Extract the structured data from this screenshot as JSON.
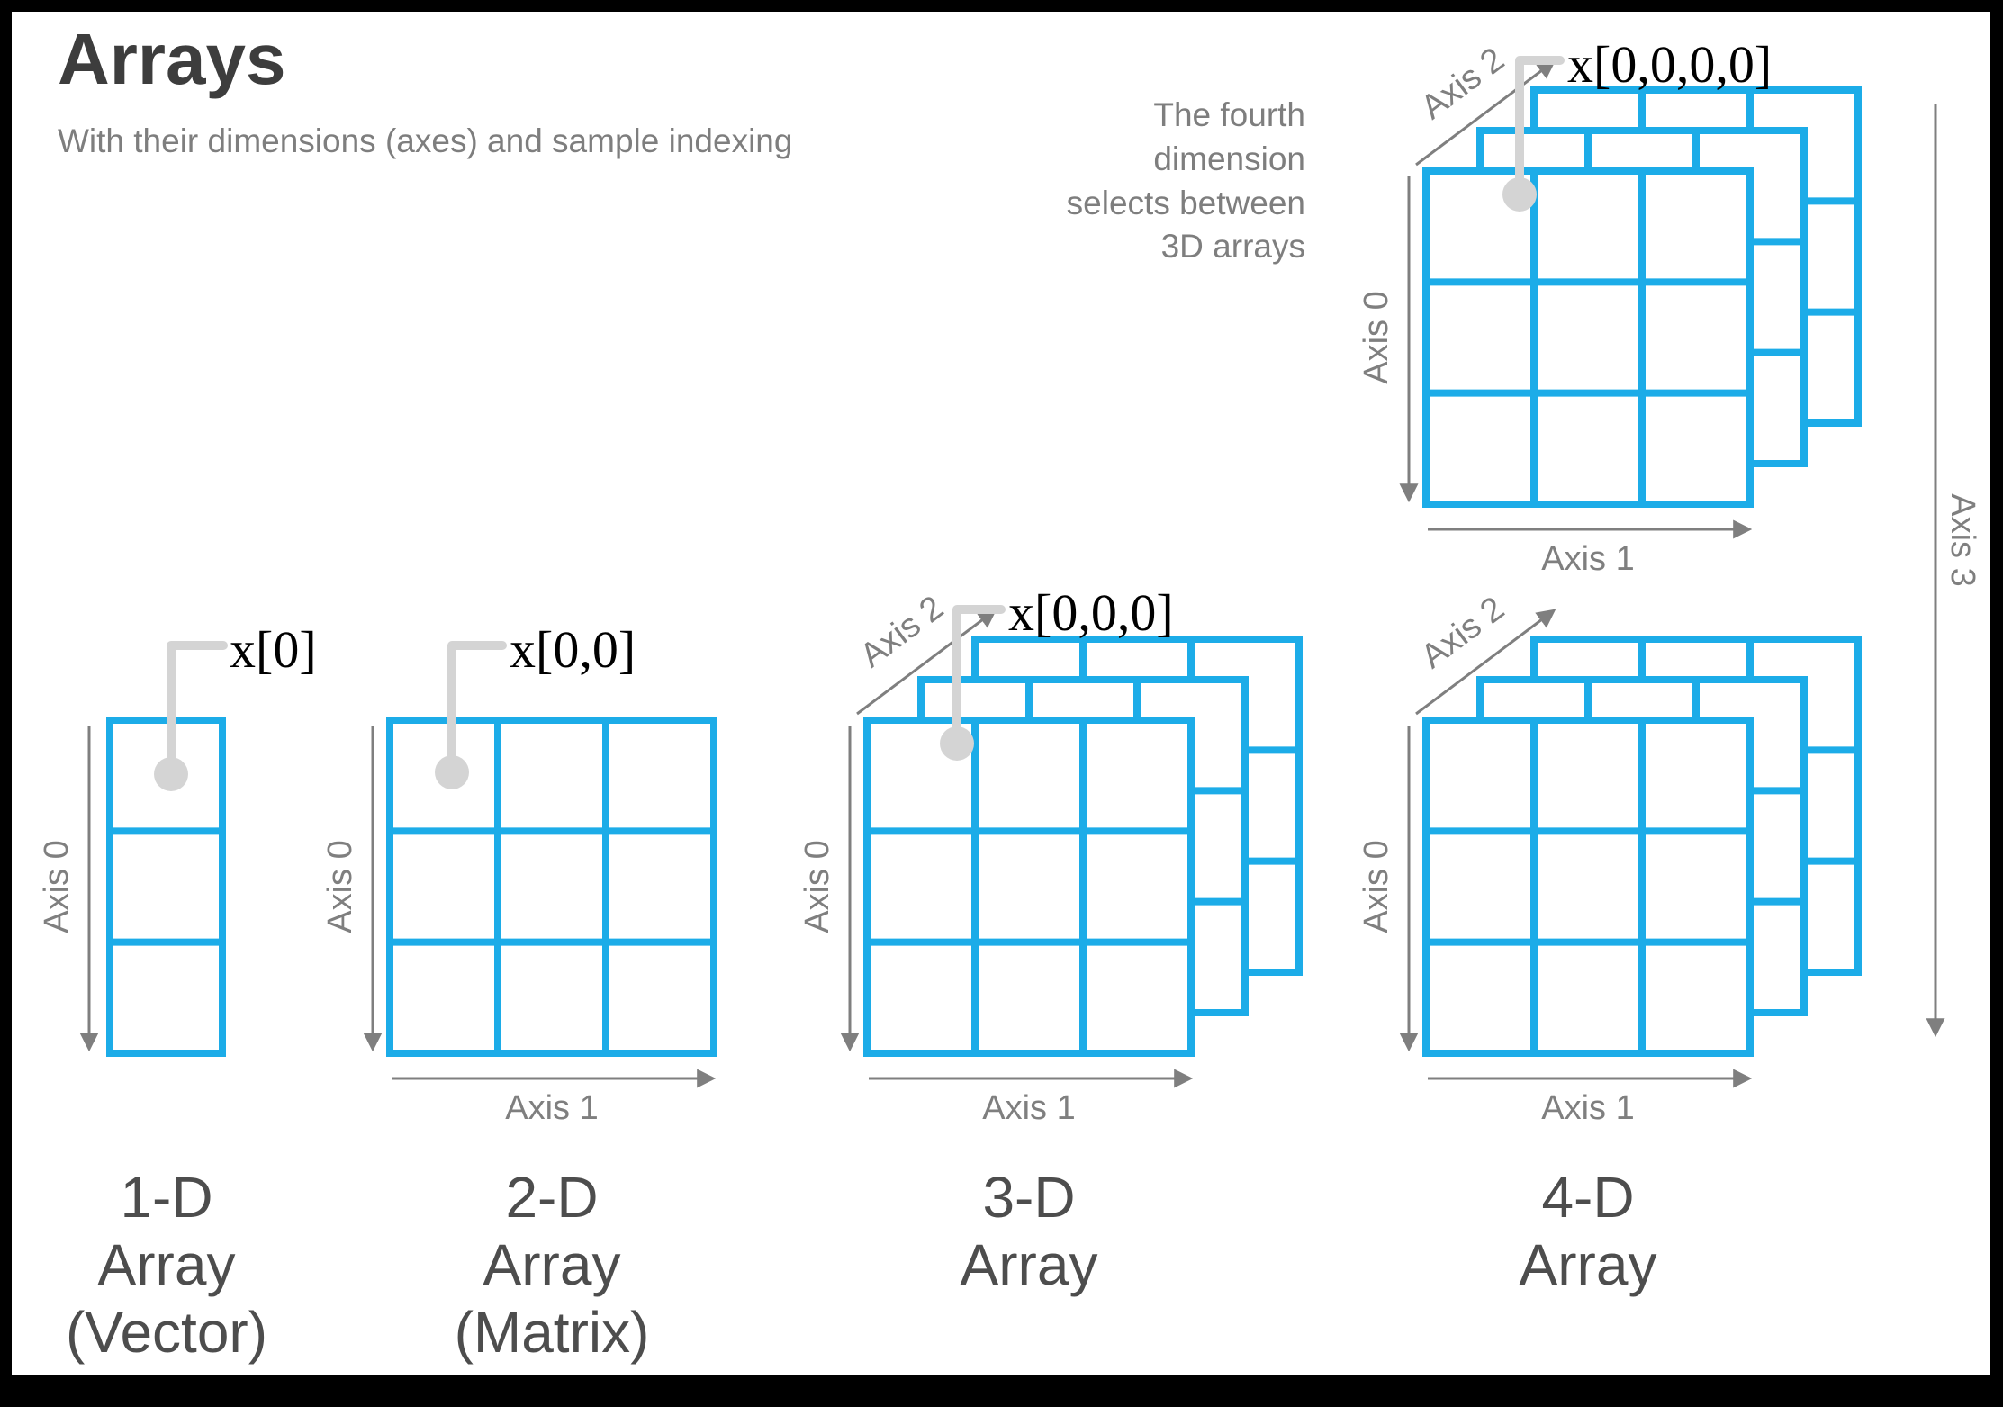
{
  "header": {
    "title": "Arrays",
    "subtitle": "With their dimensions (axes) and sample indexing"
  },
  "note": {
    "text": "The fourth\ndimension\nselects between\n3D arrays"
  },
  "axis_labels": {
    "axis0": "Axis 0",
    "axis1": "Axis 1",
    "axis2": "Axis 2",
    "axis3": "Axis 3"
  },
  "diagrams": [
    {
      "name": "1-D Array (Vector)",
      "caption": "1-D\nArray\n(Vector)",
      "index_label": "x[0]",
      "axes": [
        "Axis 0"
      ],
      "grid": "3 cells in one column"
    },
    {
      "name": "2-D Array (Matrix)",
      "caption": "2-D\nArray\n(Matrix)",
      "index_label": "x[0,0]",
      "axes": [
        "Axis 0",
        "Axis 1"
      ],
      "grid": "3x3 cells"
    },
    {
      "name": "3-D Array",
      "caption": "3-D\nArray",
      "index_label": "x[0,0,0]",
      "axes": [
        "Axis 0",
        "Axis 1",
        "Axis 2"
      ],
      "grid": "3 stacked 3x3 layers"
    },
    {
      "name": "4-D Array",
      "caption": "4-D\nArray",
      "index_label": "x[0,0,0,0]",
      "axes": [
        "Axis 0",
        "Axis 1",
        "Axis 2",
        "Axis 3"
      ],
      "grid": "two 3D arrays stacked along Axis 3"
    }
  ],
  "colors": {
    "array_blue": "#1CACE8",
    "axis_gray": "#7F7F7F",
    "leader_gray": "#D4D4D4",
    "title_gray": "#3D3D3D",
    "caption_gray": "#4D4D4D",
    "index_black": "#000000",
    "border_black": "#000000",
    "page_white": "#FFFFFF"
  }
}
